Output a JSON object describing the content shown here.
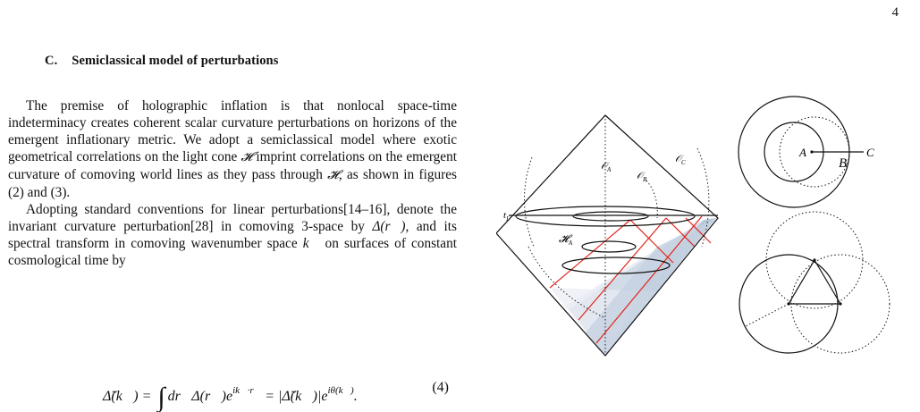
{
  "page_number": "4",
  "section": {
    "label": "C.",
    "title": "Semiclassical model of perturbations"
  },
  "paragraph1": {
    "text_a": "The premise of holographic inflation is that nonlocal space-time indeterminacy creates coherent scalar curvature perturbations on horizons of the emergent inflationary metric. We adopt a semiclassical model where exotic geometrical correlations on the light cone ",
    "symbol_h": "𝓗",
    "text_b": " imprint correlations on the emergent curvature of comoving world lines as they pass through ",
    "symbol_h2": "𝓗",
    "text_c": ", as shown in figures (2) and (3)."
  },
  "paragraph2": {
    "text_a": "Adopting standard conventions for linear perturbations[14–16], denote the invariant curvature perturbation[28] in comoving 3-space by ",
    "symbol_delta": "Δ(r⃗)",
    "text_b": ", and its spectral transform in comoving wavenumber space ",
    "symbol_k": "k⃗",
    "text_c": " on surfaces of constant cosmological time by"
  },
  "equation": {
    "lhs": "Δ̃(k⃗) =",
    "integral": "∫",
    "integrand": "dr⃗Δ(r⃗)e",
    "exp1": "ik⃗·r⃗",
    "rhs": " = |Δ̃(k⃗)|e",
    "exp2": "iθ(k⃗)",
    "end": ".",
    "number": "(4)"
  },
  "diagram_labels": {
    "t_i": "t",
    "t_i_sub": "I",
    "o_a": "𝒪",
    "o_a_sub": "A",
    "o_b": "𝒪",
    "o_b_sub": "B",
    "o_c": "𝒪",
    "o_c_sub": "C",
    "h_a": "𝓗",
    "h_a_sub": "A",
    "point_a": "A",
    "point_b": "B",
    "point_c": "C"
  },
  "colors": {
    "worldline_red": "#e0251b",
    "region_light": "#e9edf4",
    "region_mid": "#d2dbe8",
    "region_dark": "#b9c7d8"
  }
}
